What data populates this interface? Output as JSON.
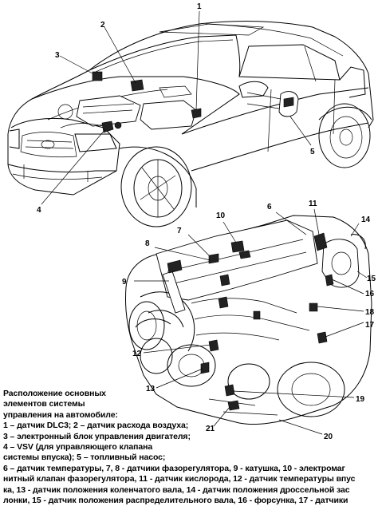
{
  "callouts": [
    "1",
    "2",
    "3",
    "4",
    "5",
    "6",
    "7",
    "8",
    "9",
    "10",
    "11",
    "12",
    "13",
    "14",
    "15",
    "16",
    "17",
    "18",
    "19",
    "20",
    "21"
  ],
  "caption": {
    "lines": [
      "Расположение основных",
      "элементов системы",
      " управления на автомобиле:",
      "1 – датчик DLC3; 2 – датчик расхода воздуха;",
      "3 – электронный блок управления двигателя;",
      "4 – VSV (для управляющего клапана",
      "системы впуска); 5 – топливный насос;",
      "6 – датчик температуры, 7, 8 - датчики фазорегулятора, 9 - катушка, 10 - электромаг",
      "нитный клапан фазорегулятора, 11 - датчик кислорода, 12 - датчик температуры впус",
      "ка, 13 - датчик положения коленчатого вала, 14  - датчик положения дроссельной зас",
      "лонки, 15 - датчик положения распределительного вала, 16 - форсунка, 17 - датчики"
    ]
  }
}
